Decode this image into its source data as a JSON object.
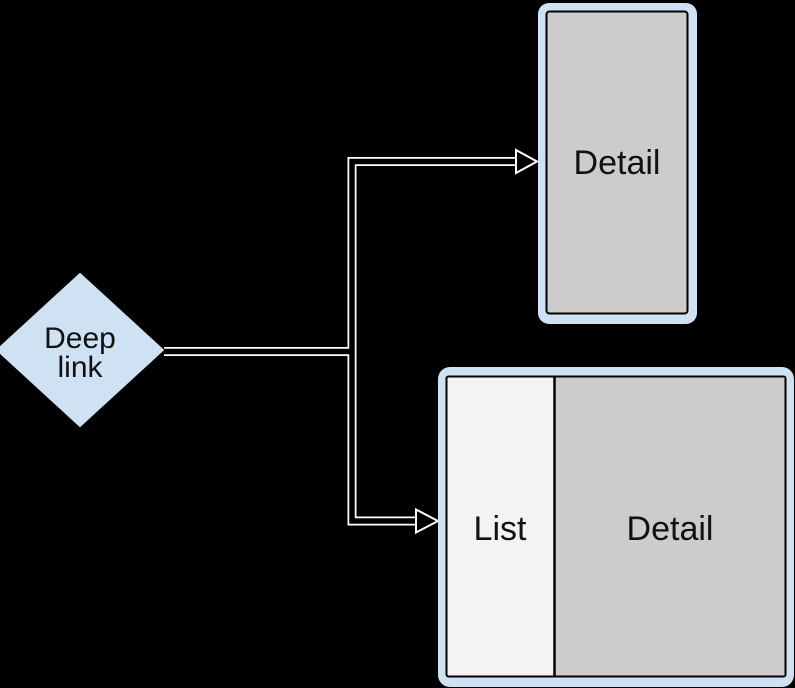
{
  "colors": {
    "background": "#000000",
    "shape_blue": "#cfe2f3",
    "detail_gray": "#cccccc",
    "list_gray": "#f3f3f3",
    "connector_white": "#ffffff",
    "border_black": "#000000",
    "text_black": "#111111"
  },
  "deep_link_node": {
    "line1": "Deep",
    "line2": "link"
  },
  "phone_mockup": {
    "screen_label": "Detail"
  },
  "tablet_mockup": {
    "list_label": "List",
    "detail_label": "Detail"
  }
}
